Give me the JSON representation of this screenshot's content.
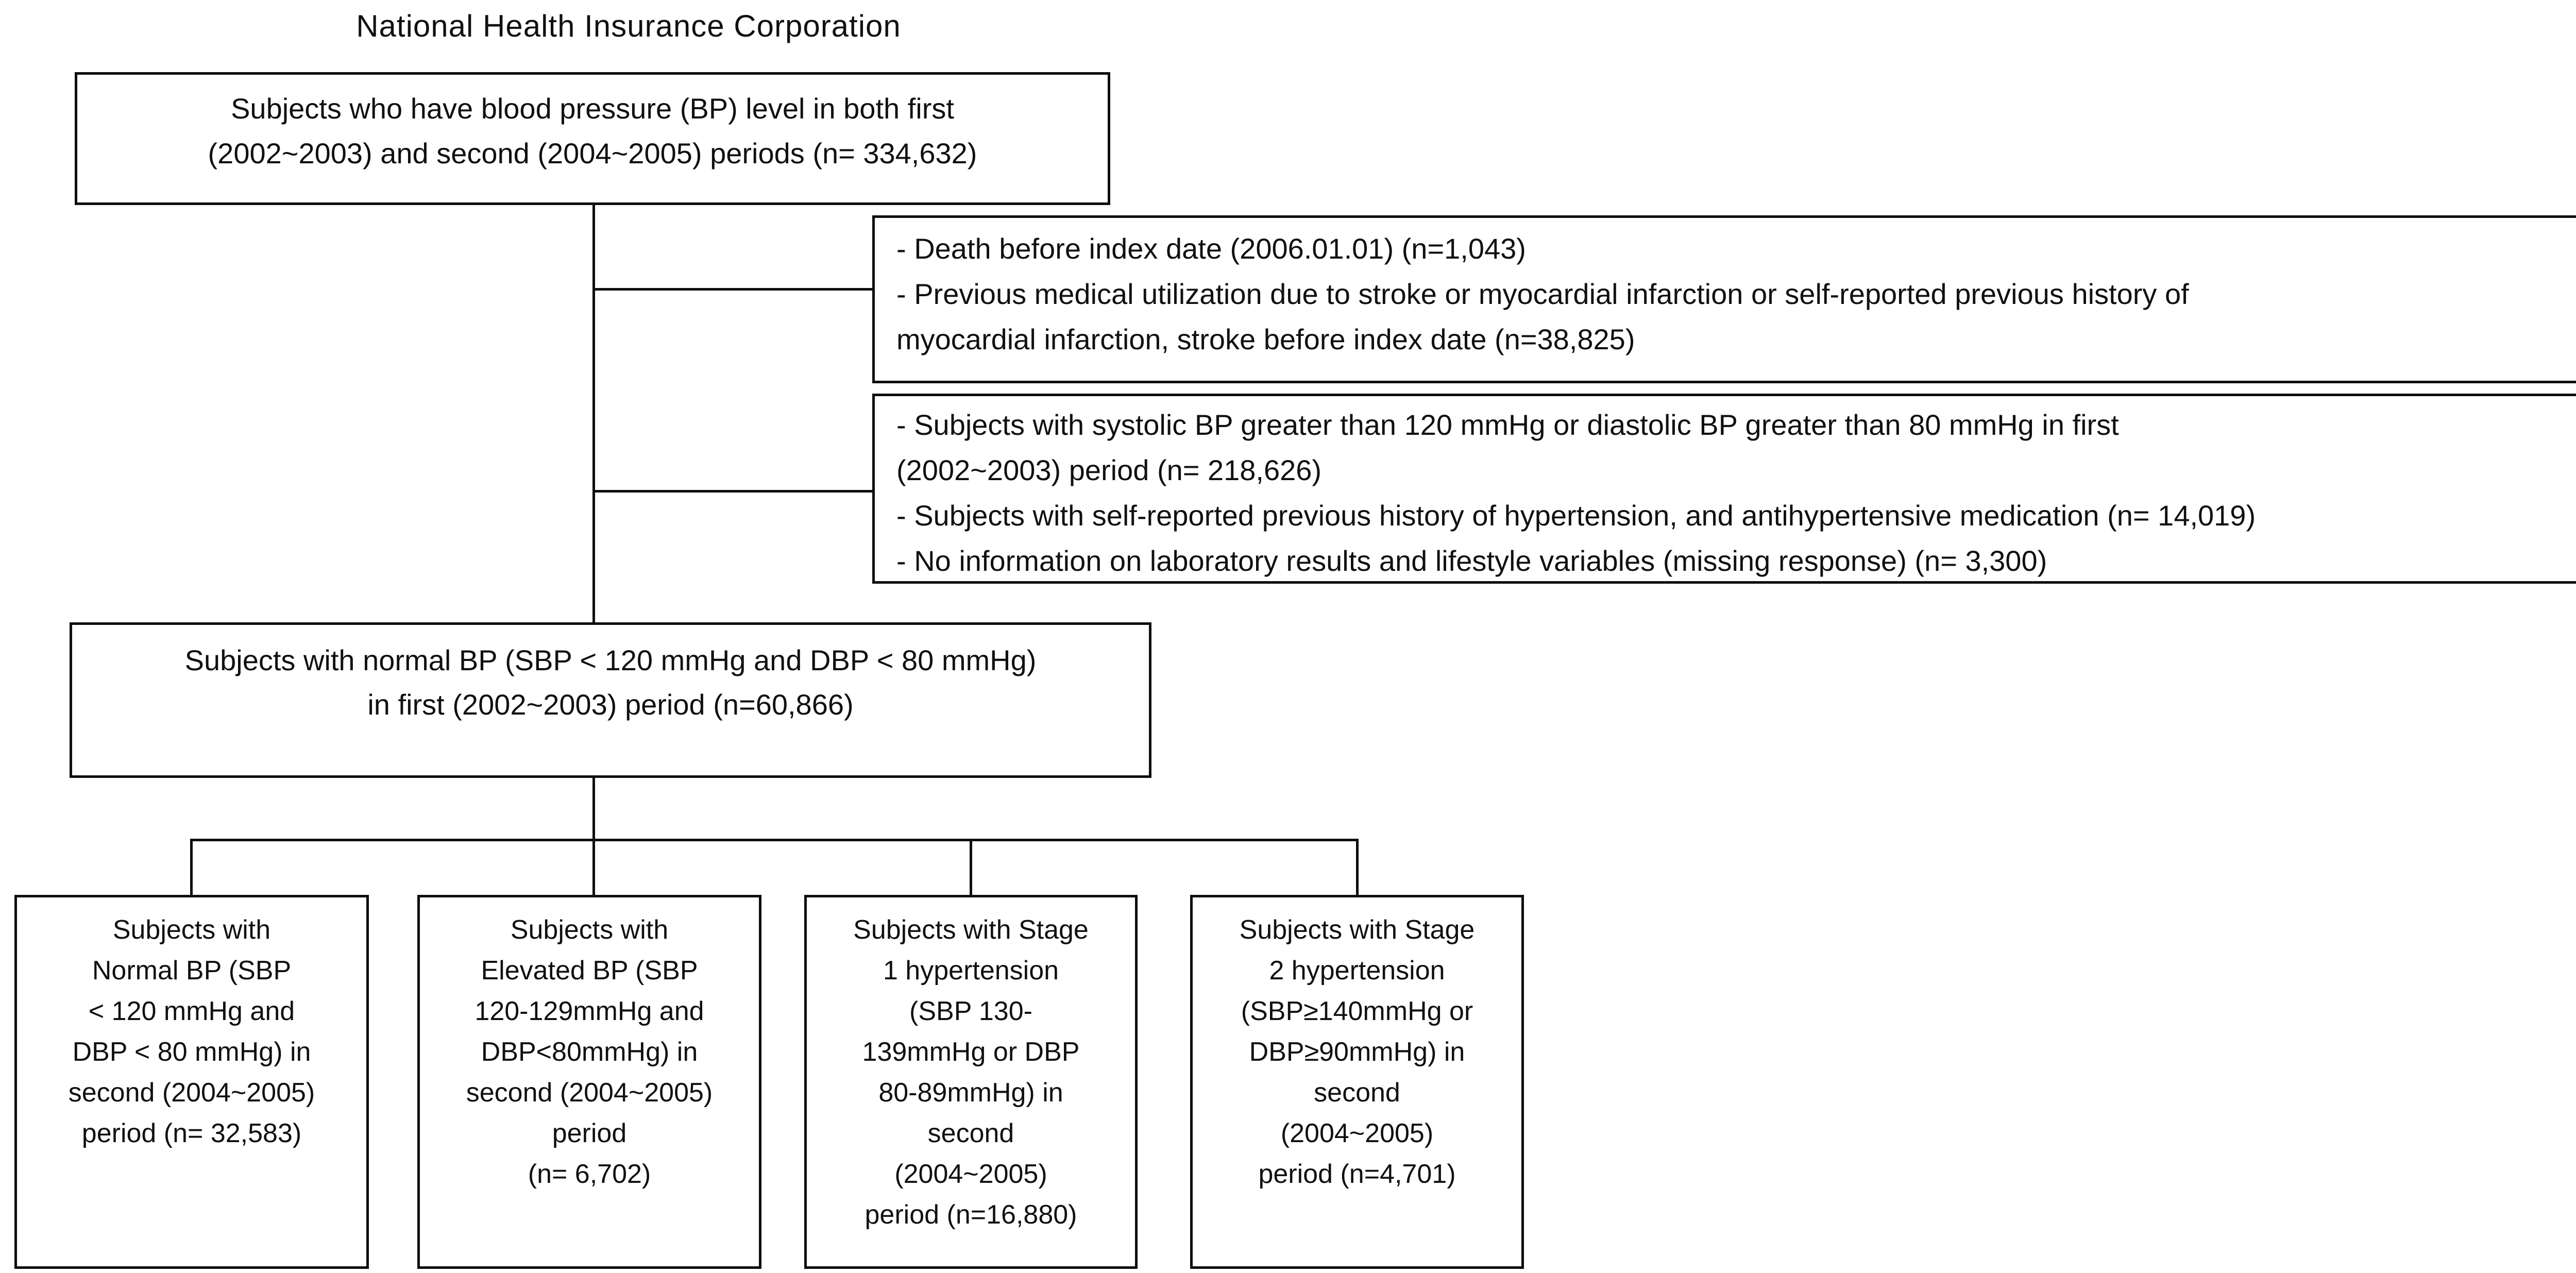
{
  "figure": {
    "title": "National Health Insurance Corporation"
  },
  "boxes": {
    "source_population": {
      "text": "Subjects who have blood pressure (BP) level in both first\n(2002~2003) and second (2004~2005) periods (n= 334,632)"
    },
    "exclusion_death_prior_disease": {
      "text": "- Death before index date (2006.01.01) (n=1,043)\n- Previous medical utilization due to stroke or myocardial infarction or self-reported previous history of\nmyocardial infarction, stroke before index date (n=38,825)"
    },
    "exclusion_bp_criteria": {
      "text": "- Subjects with systolic BP greater than 120 mmHg or diastolic BP greater than 80 mmHg in first\n(2002~2003) period (n= 218,626)\n- Subjects with self-reported previous history of hypertension, and antihypertensive medication (n= 14,019)\n- No information on laboratory results and lifestyle variables (missing response) (n= 3,300)"
    },
    "normal_bp_first_period": {
      "text": "Subjects with normal BP (SBP < 120 mmHg and DBP < 80 mmHg)\nin first (2002~2003) period (n=60,866)"
    },
    "outcome_normal_bp": {
      "text": "Subjects with\nNormal BP (SBP\n< 120 mmHg and\nDBP < 80 mmHg) in\nsecond (2004~2005)\nperiod (n= 32,583)"
    },
    "outcome_elevated_bp": {
      "text": "Subjects with\nElevated BP (SBP\n120-129mmHg and\nDBP<80mmHg) in\nsecond (2004~2005)\nperiod\n(n= 6,702)"
    },
    "outcome_stage1_hypertension": {
      "text": "Subjects with Stage\n1 hypertension\n(SBP 130-\n139mmHg or DBP\n80-89mmHg) in\nsecond\n(2004~2005)\nperiod (n=16,880)"
    },
    "outcome_stage2_hypertension": {
      "text": "Subjects with Stage\n2 hypertension\n(SBP≥140mmHg or\nDBP≥90mmHg) in\nsecond\n(2004~2005)\nperiod (n=4,701)"
    }
  }
}
